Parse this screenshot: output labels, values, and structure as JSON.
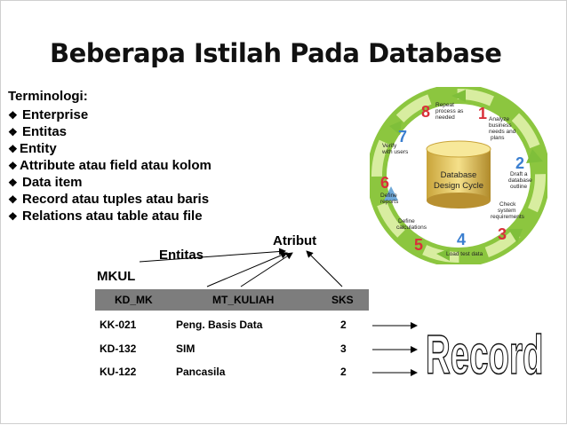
{
  "title": "Beberapa Istilah Pada Database",
  "terminology": {
    "heading": "Terminologi:",
    "items": [
      "Enterprise",
      "Entitas",
      "Entity",
      "Attribute atau field atau kolom",
      "Data item",
      "Record atau tuples atau baris",
      "Relations atau table atau file"
    ]
  },
  "labels": {
    "atribut": "Atribut",
    "entitas": "Entitas",
    "mkul": "MKUL",
    "record": "Record"
  },
  "table": {
    "headers": [
      "KD_MK",
      "MT_KULIAH",
      "SKS"
    ],
    "rows": [
      [
        "KK-021",
        "Peng. Basis Data",
        "2"
      ],
      [
        "KD-132",
        "SIM",
        "3"
      ],
      [
        "KU-122",
        "Pancasila",
        "2"
      ]
    ]
  },
  "cycle": {
    "center": [
      "Database",
      "Design Cycle"
    ],
    "steps": [
      {
        "num": "1",
        "text": [
          "Analyze",
          "business",
          "needs and",
          "plans"
        ]
      },
      {
        "num": "2",
        "text": [
          "Draft a",
          "database",
          "outline"
        ]
      },
      {
        "num": "3",
        "text": [
          "Check",
          "system",
          "requirements"
        ]
      },
      {
        "num": "4",
        "text": [
          "Load test data"
        ]
      },
      {
        "num": "5",
        "text": [
          "Define",
          "calculations"
        ]
      },
      {
        "num": "6",
        "text": [
          "Define",
          "reports"
        ]
      },
      {
        "num": "7",
        "text": [
          "Verify",
          "with users"
        ]
      },
      {
        "num": "8",
        "text": [
          "Repeat",
          "process as",
          "needed"
        ]
      }
    ]
  },
  "colors": {
    "table_header": "#7d7d7d",
    "cycle_green": "#7fbf3a",
    "cycle_light": "#e6f3b8",
    "cycle_blue": "#6fa8d8",
    "number_red": "#d9303a",
    "number_blue": "#3b7fd0"
  }
}
